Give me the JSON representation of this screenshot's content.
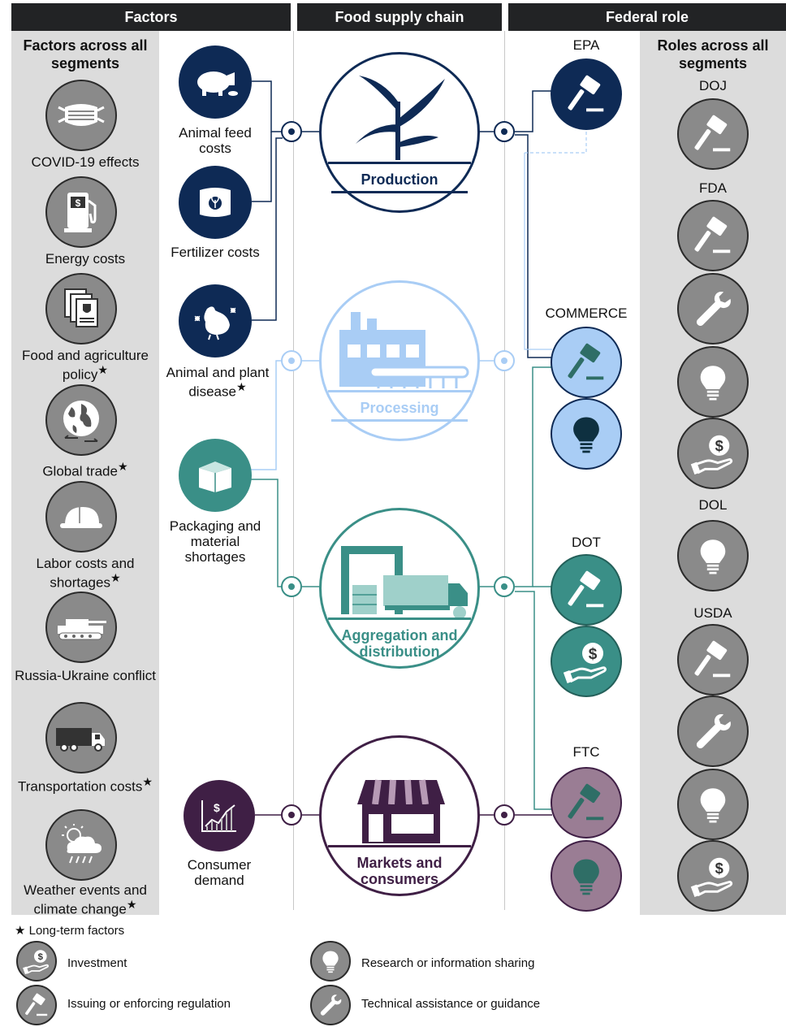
{
  "headers": {
    "factors": "Factors",
    "supply_chain": "Food supply chain",
    "federal": "Federal role"
  },
  "left_panel": {
    "title": "Factors across all segments",
    "items": [
      {
        "label": "COVID-19 effects",
        "icon": "mask-icon"
      },
      {
        "label": "Energy costs",
        "icon": "fuel-pump-icon"
      },
      {
        "label": "Food and agriculture policy",
        "icon": "documents-icon"
      },
      {
        "label": "Global trade",
        "icon": "globe-icon"
      },
      {
        "label": "Labor costs and shortages",
        "icon": "hard-hat-icon"
      },
      {
        "label": "Russia-Ukraine conflict",
        "icon": "tank-icon"
      },
      {
        "label": "Transportation costs",
        "icon": "truck-icon"
      },
      {
        "label": "Weather events and climate change",
        "icon": "weather-icon"
      }
    ]
  },
  "segment_factors": [
    {
      "label": "Animal feed costs",
      "icon": "pig-icon"
    },
    {
      "label": "Fertilizer costs",
      "icon": "fertilizer-bag-icon"
    },
    {
      "label": "Animal and plant disease",
      "icon": "chicken-icon"
    },
    {
      "label": "Packaging and material shortages",
      "icon": "box-icon"
    },
    {
      "label": "Consumer demand",
      "icon": "demand-chart-icon"
    }
  ],
  "segments": [
    {
      "label": "Production",
      "color": "#0e2a55"
    },
    {
      "label": "Processing",
      "color": "#a9cdf5"
    },
    {
      "label": "Aggregation and distribution",
      "color": "#3a8f87"
    },
    {
      "label": "Markets and consumers",
      "color": "#3f1f45"
    }
  ],
  "agencies": {
    "epa": "EPA",
    "commerce": "COMMERCE",
    "dot": "DOT",
    "ftc": "FTC"
  },
  "right_panel": {
    "title": "Roles across all segments",
    "groups": [
      {
        "label": "DOJ"
      },
      {
        "label": "FDA"
      },
      {
        "label": "DOL"
      },
      {
        "label": "USDA"
      }
    ]
  },
  "legend": {
    "star_note": "Long-term factors",
    "investment": "Investment",
    "regulation": "Issuing or enforcing regulation",
    "research": "Research or information sharing",
    "technical": "Technical assistance or guidance"
  },
  "colors": {
    "header": "#222325",
    "panel": "#dcdcdc",
    "gray_icon": "#8a8a8a",
    "purple_light": "#9a7d94"
  }
}
